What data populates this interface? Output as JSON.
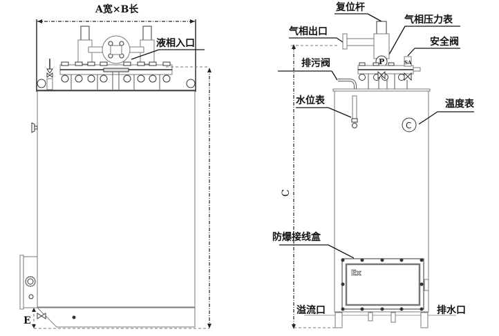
{
  "diagram": {
    "front_view": {
      "dimension_width_length": "A宽×B长",
      "label_liquid_inlet": "液相入口",
      "dimension_E": "E"
    },
    "side_view": {
      "label_reset_rod": "复位杆",
      "label_gas_outlet": "气相出口",
      "label_gas_pressure_gauge": "气相压力表",
      "label_safety_valve": "安全阀",
      "label_drain_valve": "排污阀",
      "label_water_level_gauge": "水位表",
      "label_thermometer": "温度表",
      "label_explosion_proof_box": "防爆接线盒",
      "label_overflow": "溢流口",
      "label_water_drain": "排水口",
      "dimension_C": "C",
      "gauge_symbol_P": "P",
      "gauge_symbol_C": "C",
      "safety_valve_mark": "SA",
      "ex_mark": "Ex"
    }
  }
}
